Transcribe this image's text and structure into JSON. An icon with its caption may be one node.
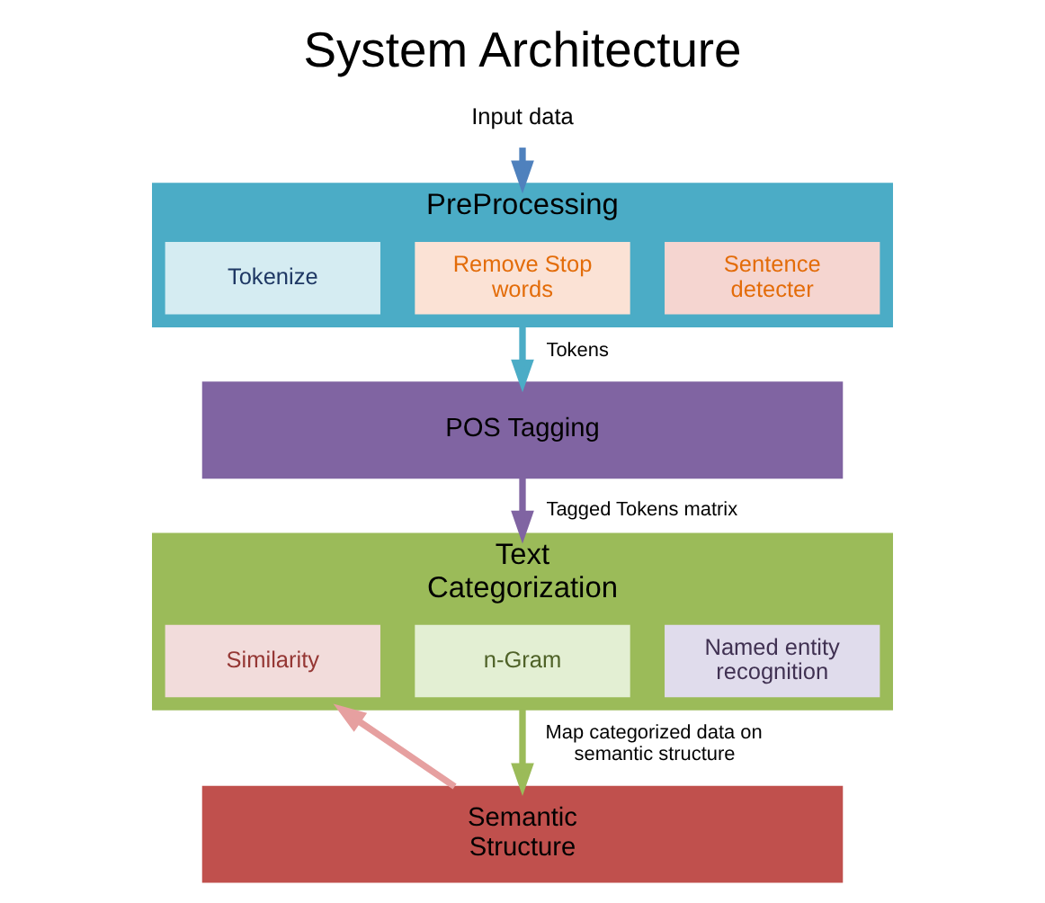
{
  "diagram": {
    "title": "System Architecture",
    "nodes": [
      {
        "text": [
          "Input data"
        ]
      },
      {
        "text": [
          "PreProcessing"
        ]
      },
      {
        "text": [
          "Tokenize"
        ],
        "in": 1
      },
      {
        "text": [
          "Remove Stop words"
        ],
        "in": 1
      },
      {
        "text": [
          "Sentence detecter"
        ],
        "in": 1
      },
      {
        "text": [
          "POS Tagging"
        ]
      },
      {
        "text": [
          "Text Categorization"
        ]
      },
      {
        "text": [
          "Similarity"
        ],
        "in": 6
      },
      {
        "text": [
          "n-Gram"
        ],
        "in": 6
      },
      {
        "text": [
          "Named entity recognition"
        ],
        "in": 6
      },
      {
        "text": [
          "Semantic Structure"
        ]
      }
    ],
    "edges": [
      {
        "from": 0,
        "to": 1,
        "arrow": "to",
        "color": "#4f81bd"
      },
      {
        "from": 1,
        "to": 5,
        "arrow": "to",
        "label": "Tokens",
        "color": "#4bacc6"
      },
      {
        "from": 5,
        "to": 6,
        "arrow": "to",
        "label": "Tagged Tokens matrix",
        "color": "#8064a2"
      },
      {
        "from": 6,
        "to": 10,
        "arrow": "to",
        "label": "Map categorized data on semantic structure",
        "color": "#9bbb59"
      },
      {
        "from": 10,
        "to": 6,
        "arrow": "to",
        "color": "#e6a0a0"
      }
    ]
  }
}
